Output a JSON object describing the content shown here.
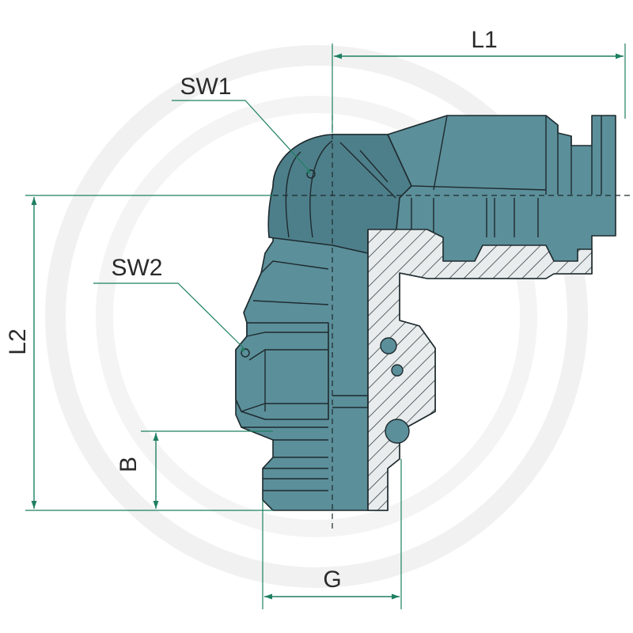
{
  "labels": {
    "l1": "L1",
    "l2": "L2",
    "sw1": "SW1",
    "sw2": "SW2",
    "b": "B",
    "g": "G"
  },
  "colors": {
    "body": "#5b8f9a",
    "dimension": "#1f7f62",
    "outline": "#1e2a2e",
    "watermark": "#f0f0f0"
  }
}
